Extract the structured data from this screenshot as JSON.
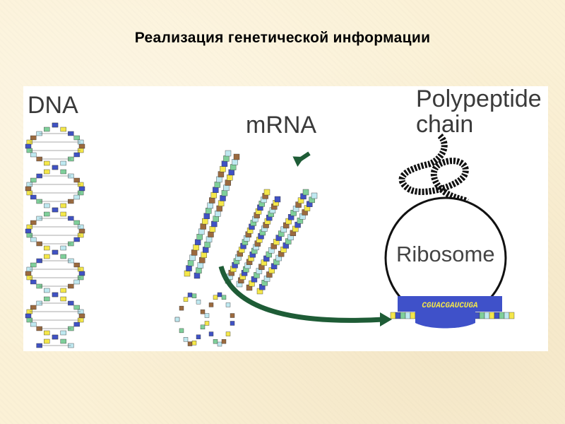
{
  "title": "Реализация генетической информации",
  "labels": {
    "dna": "DNA",
    "mrna": "mRNA",
    "polypeptide_line1": "Polypeptide",
    "polypeptide_line2": "chain",
    "ribosome": "Ribosome"
  },
  "ribosome_sequence": "CGUACGAUCUGA",
  "colors": {
    "background": "#fbf1d6",
    "panel": "#ffffff",
    "arrow": "#1e5c36",
    "base_yellow": "#f4e74a",
    "base_blue": "#4052c4",
    "base_green": "#7fcf9a",
    "base_cyan": "#bfe8f0",
    "base_brown": "#9b6a3f"
  }
}
